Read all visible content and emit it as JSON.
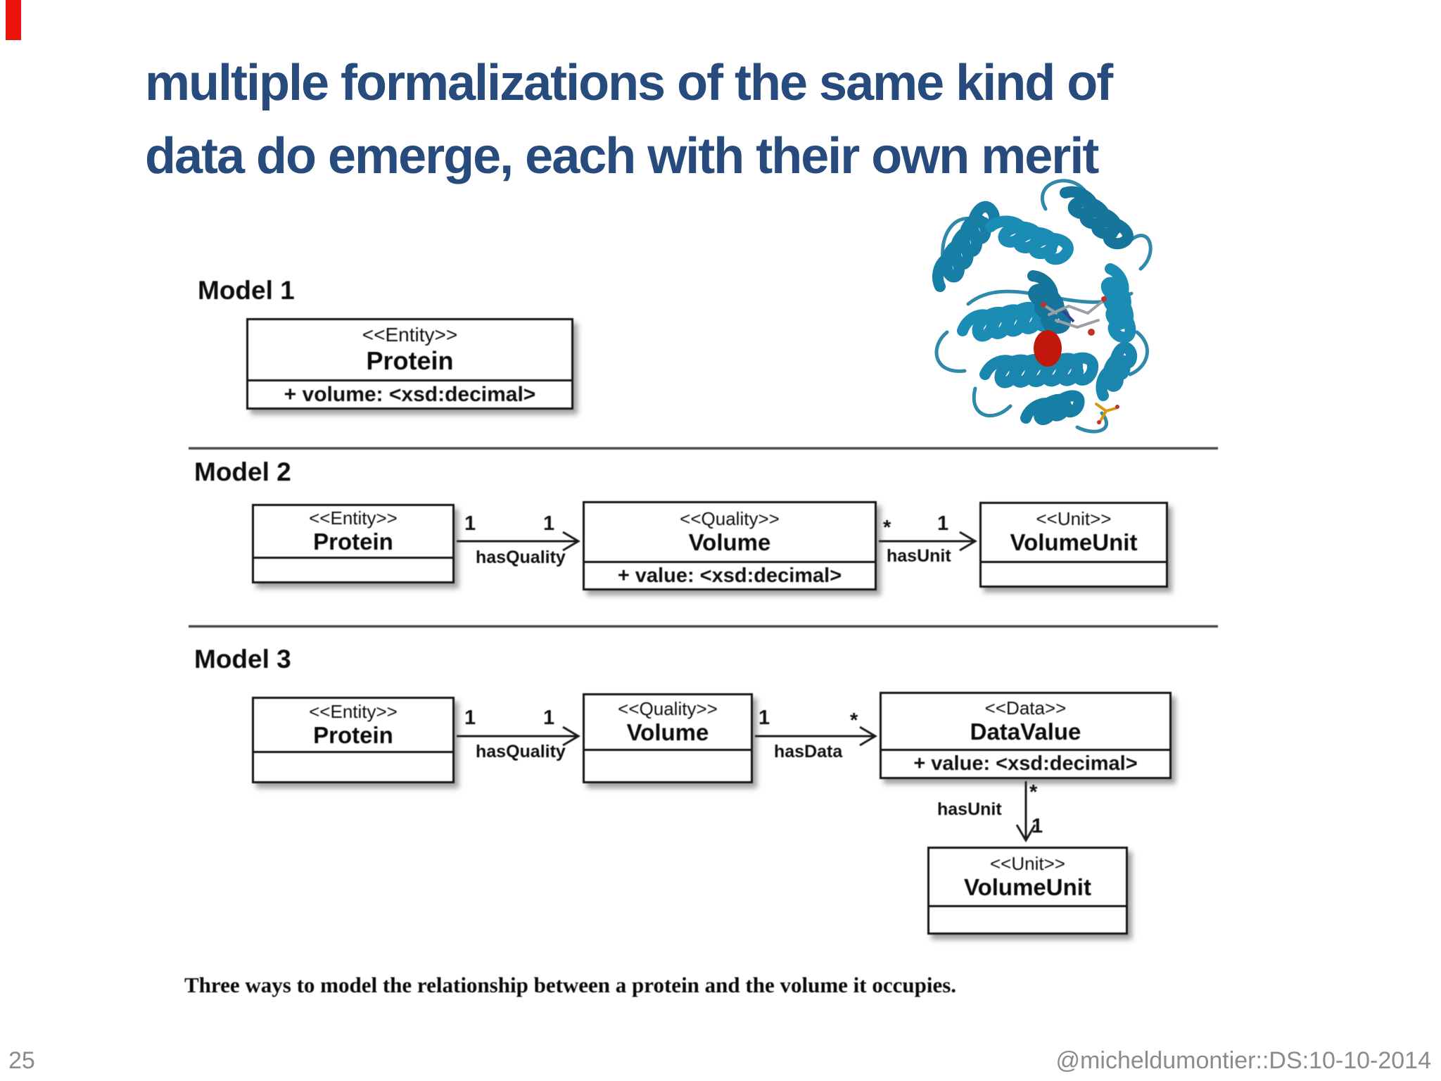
{
  "slide": {
    "title_line1": "multiple formalizations of the same kind of",
    "title_line2": "data do emerge, each with their own merit",
    "caption": "Three ways to model the relationship between a protein and the volume it occupies.",
    "page_number": "25",
    "footer": "@micheldumontier::DS:10-10-2014",
    "colors": {
      "title_blue": "#264B7C",
      "footer_gray": "#8B8B8B",
      "marker_red": "#EA140B",
      "protein_teal": "#1B85AD",
      "heme_red": "#C2170D"
    }
  },
  "models": {
    "model1": {
      "label": "Model 1",
      "box": {
        "stereotype": "<<Entity>>",
        "name": "Protein",
        "attribute": "+ volume: <xsd:decimal>"
      }
    },
    "model2": {
      "label": "Model 2",
      "protein": {
        "stereotype": "<<Entity>>",
        "name": "Protein"
      },
      "volume": {
        "stereotype": "<<Quality>>",
        "name": "Volume",
        "attribute": "+ value: <xsd:decimal>"
      },
      "volume_unit": {
        "stereotype": "<<Unit>>",
        "name": "VolumeUnit"
      },
      "rel1": {
        "label": "hasQuality",
        "from": "1",
        "to": "1"
      },
      "rel2": {
        "label": "hasUnit",
        "from": "*",
        "to": "1"
      }
    },
    "model3": {
      "label": "Model 3",
      "protein": {
        "stereotype": "<<Entity>>",
        "name": "Protein"
      },
      "volume": {
        "stereotype": "<<Quality>>",
        "name": "Volume"
      },
      "data_value": {
        "stereotype": "<<Data>>",
        "name": "DataValue",
        "attribute": "+ value: <xsd:decimal>"
      },
      "volume_unit": {
        "stereotype": "<<Unit>>",
        "name": "VolumeUnit"
      },
      "rel1": {
        "label": "hasQuality",
        "from": "1",
        "to": "1"
      },
      "rel2": {
        "label": "hasData",
        "from": "1",
        "to": "*"
      },
      "rel3": {
        "label": "hasUnit",
        "from": "*",
        "to": "1"
      }
    }
  }
}
